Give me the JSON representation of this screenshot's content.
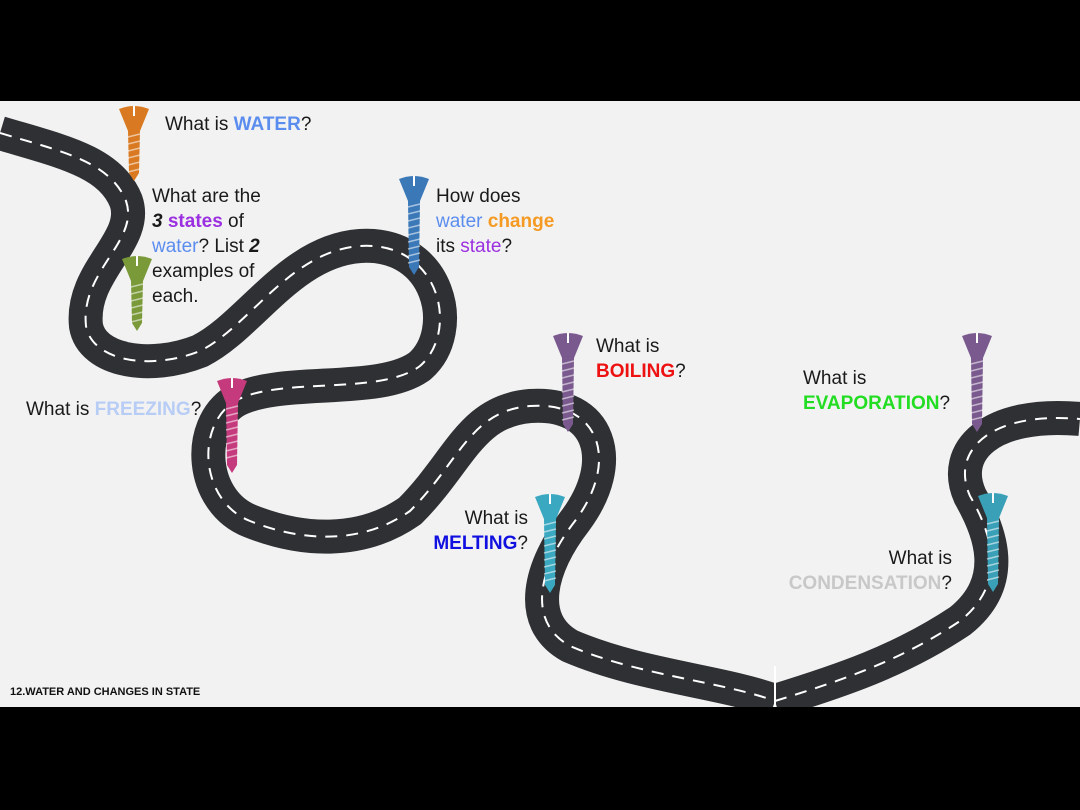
{
  "footer": "12.WATER AND CHANGES IN STATE",
  "colors": {
    "background": "#f2f2f2",
    "road": "#2e3033",
    "road_dash": "#ffffff",
    "water": "#5b8def",
    "purple": "#9b30e0",
    "orange": "#f59a23",
    "red": "#ee1111",
    "freezing": "#b8cdf5",
    "melting": "#1010e0",
    "evaporation": "#22dd22",
    "condensation": "#c8c8c8"
  },
  "pins": [
    {
      "name": "pin-water",
      "color": "#d97a22"
    },
    {
      "name": "pin-states",
      "color": "#7a9a3a"
    },
    {
      "name": "pin-change",
      "color": "#3a78b8"
    },
    {
      "name": "pin-freezing",
      "color": "#c43a7c"
    },
    {
      "name": "pin-boiling",
      "color": "#7a5a8e"
    },
    {
      "name": "pin-melting",
      "color": "#3aa8c0"
    },
    {
      "name": "pin-evaporation",
      "color": "#7a5a8e"
    },
    {
      "name": "pin-condensation",
      "color": "#3aa0b8"
    }
  ],
  "questions": {
    "water": {
      "p1": "What is ",
      "k1": "WATER",
      "p2": "?"
    },
    "states": {
      "l1": "What are the",
      "l2_num": "3",
      "l2_key": " states",
      "l2_rest": " of",
      "l3_key": "water",
      "l3_rest": "? List ",
      "l3_num": "2",
      "l4": "examples of",
      "l5": "each."
    },
    "change": {
      "l1": "How does",
      "l2_a": "water",
      "l2_b": " change",
      "l3_a": "its ",
      "l3_b": "state",
      "l3_c": "?"
    },
    "freezing": {
      "p1": "What is ",
      "k1": "FREEZING",
      "p2": "?"
    },
    "boiling": {
      "l1": "What is",
      "k1": "BOILING",
      "p2": "?"
    },
    "melting": {
      "l1": "What is",
      "k1": "MELTING",
      "p2": "?"
    },
    "evaporation": {
      "l1": "What is",
      "k1": "EVAPORATION",
      "p2": "?"
    },
    "condensation": {
      "l1": "What is",
      "k1": "CONDENSATION",
      "p2": "?"
    }
  }
}
